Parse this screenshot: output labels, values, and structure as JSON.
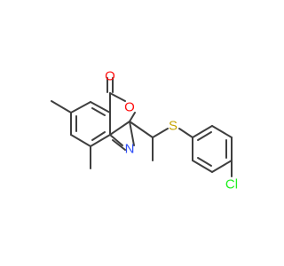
{
  "molecule": {
    "atoms": {
      "carbonyl_oxygen": {
        "symbol": "O",
        "color": "#ff0d0d"
      },
      "ring_oxygen": {
        "symbol": "O",
        "color": "#ff0d0d"
      },
      "ring_nitrogen": {
        "symbol": "N",
        "color": "#3050f8"
      },
      "sulfur": {
        "symbol": "S",
        "color": "#c6a400"
      },
      "chlorine": {
        "symbol": "Cl",
        "color": "#1ff01f"
      }
    },
    "bond_color": "#3f3f3f"
  }
}
